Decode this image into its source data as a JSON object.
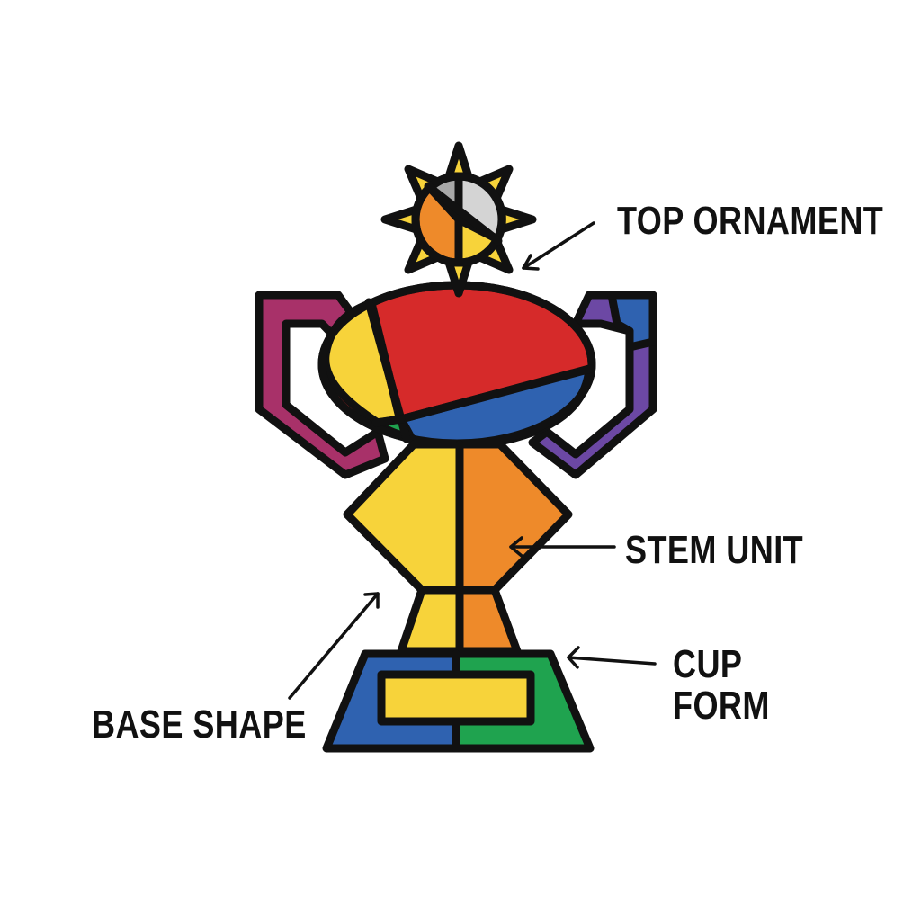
{
  "diagram": {
    "subject": "Geometric trophy",
    "labels": {
      "top_ornament": "TOP ORNAMENT",
      "stem_unit": "STEM UNIT",
      "cup_form_line1": "CUP",
      "cup_form_line2": "FORM",
      "base_shape": "BASE SHAPE"
    },
    "parts": [
      {
        "name": "top-ornament",
        "shape": "eight-point star with divided circle",
        "colors": [
          "#f7d33a",
          "#ee8a2a",
          "#a8a8a8",
          "#d4d4d4"
        ]
      },
      {
        "name": "bowl",
        "shape": "ellipse divided into segments",
        "colors": [
          "#d62a2a",
          "#f7d33a",
          "#2f62b0",
          "#1fa34f"
        ]
      },
      {
        "name": "left-handle",
        "shape": "pentagonal frame",
        "colors": [
          "#a83169"
        ]
      },
      {
        "name": "right-handle",
        "shape": "pentagonal frame",
        "colors": [
          "#6c48a4",
          "#2f62b0"
        ]
      },
      {
        "name": "stem-diamond",
        "shape": "hexagon split vertically",
        "colors": [
          "#f7d33a",
          "#ee8a2a"
        ]
      },
      {
        "name": "stem-neck",
        "shape": "trapezoid split vertically",
        "colors": [
          "#f7d33a",
          "#ee8a2a"
        ]
      },
      {
        "name": "base",
        "shape": "trapezoid with center plaque",
        "colors": [
          "#2f62b0",
          "#1fa34f",
          "#f7d33a"
        ]
      }
    ],
    "colors": {
      "outline": "#111111",
      "red": "#d62a2a",
      "yellow": "#f7d33a",
      "orange": "#ee8a2a",
      "blue": "#2f62b0",
      "green": "#1fa34f",
      "magenta": "#a83169",
      "purple": "#6c48a4",
      "gray_dark": "#a8a8a8",
      "gray_light": "#d4d4d4",
      "background": "#ffffff"
    }
  }
}
